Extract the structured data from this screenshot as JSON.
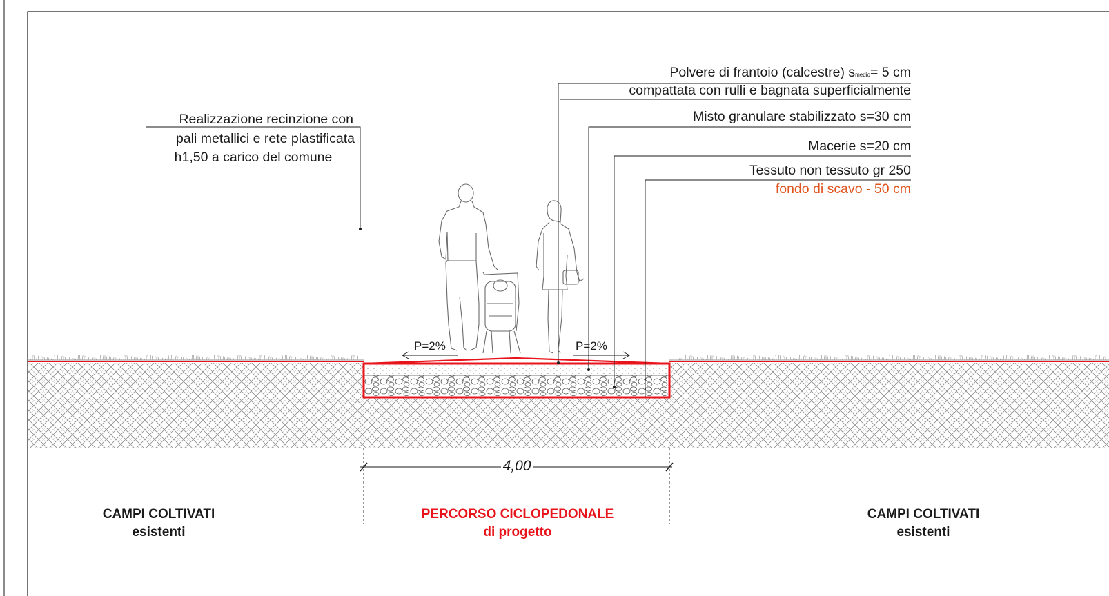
{
  "layers": {
    "line1_pre": "Polvere di frantoio (calcestre) s",
    "line1_sub": "medio",
    "line1_post": "= 5 cm",
    "line2": "compattata con rulli e bagnata superficialmente",
    "misto": "Misto granulare stabilizzato s=30 cm",
    "macerie": "Macerie s=20 cm",
    "tessuto": "Tessuto non tessuto gr 250",
    "fondo": "fondo di scavo - 50 cm"
  },
  "fence": {
    "line1": "Realizzazione recinzione con",
    "line2": "pali metallici e rete plastificata",
    "line3": "h1,50 a carico del comune"
  },
  "slopes": {
    "left": "P=2%",
    "right": "P=2%"
  },
  "dimension": "4,00",
  "zones": {
    "left": {
      "title": "CAMPI COLTIVATI",
      "sub": "esistenti"
    },
    "center": {
      "title": "PERCORSO CICLOPEDONALE",
      "sub": "di progetto"
    },
    "right": {
      "title": "CAMPI COLTIVATI",
      "sub": "esistenti"
    }
  },
  "colors": {
    "path_red": "#e8141b",
    "fondo_orange": "#e0541e",
    "line": "#1a1a1a"
  }
}
